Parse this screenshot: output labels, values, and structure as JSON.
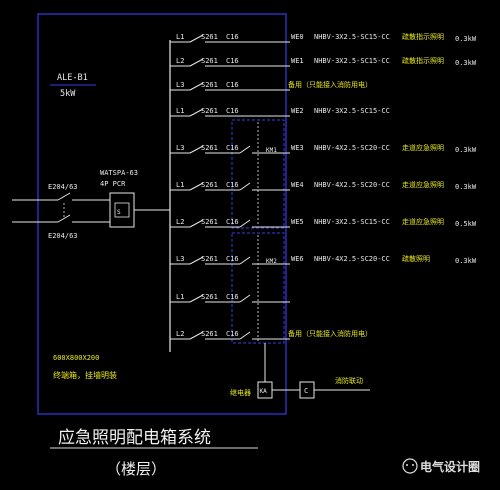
{
  "panel": {
    "name": "ALE-B1",
    "power": "5kW",
    "size": "600X800X200",
    "install_note": "终端箱，挂墙明装"
  },
  "incoming": {
    "device": "WATSPA-63",
    "device_spec": "4P PCR",
    "switch_upper": "E204/63",
    "switch_lower": "E204/63"
  },
  "circuits": [
    {
      "phase": "L1",
      "breaker": "S261",
      "rating": "C16",
      "id": "WE0",
      "cable": "NHBV-3X2.5-SC15-CC",
      "load": "疏散指示照明",
      "power": "0.3kW"
    },
    {
      "phase": "L2",
      "breaker": "S261",
      "rating": "C16",
      "id": "WE1",
      "cable": "NHBV-3X2.5-SC15-CC",
      "load": "疏散指示照明",
      "power": "0.3kW"
    },
    {
      "phase": "L3",
      "breaker": "S261",
      "rating": "C16",
      "id": "",
      "cable": "",
      "load": "备用（只能接入消防用电）",
      "power": ""
    },
    {
      "phase": "L1",
      "breaker": "S261",
      "rating": "C16",
      "id": "WE2",
      "cable": "NHBV-3X2.5-SC15-CC",
      "load": "",
      "power": ""
    },
    {
      "phase": "L3",
      "breaker": "S261",
      "rating": "C16",
      "id": "WE3",
      "cable": "NHBV-4X2.5-SC20-CC",
      "load": "走道应急照明",
      "power": "0.3kW"
    },
    {
      "phase": "L1",
      "breaker": "S261",
      "rating": "C16",
      "id": "WE4",
      "cable": "NHBV-4X2.5-SC20-CC",
      "load": "走道应急照明",
      "power": "0.3kW"
    },
    {
      "phase": "L2",
      "breaker": "S261",
      "rating": "C16",
      "id": "WE5",
      "cable": "NHBV-3X2.5-SC15-CC",
      "load": "走道应急照明",
      "power": "0.5kW"
    },
    {
      "phase": "L3",
      "breaker": "S261",
      "rating": "C16",
      "id": "WE6",
      "cable": "NHBV-4X2.5-SC20-CC",
      "load": "疏散照明",
      "power": "0.3kW"
    },
    {
      "phase": "L1",
      "breaker": "S261",
      "rating": "C16",
      "id": "",
      "cable": "",
      "load": "",
      "power": ""
    },
    {
      "phase": "L2",
      "breaker": "S261",
      "rating": "C16",
      "id": "",
      "cable": "",
      "load": "备用（只能接入消防用电）",
      "power": ""
    }
  ],
  "contactors": {
    "upper": "KM1",
    "lower": "KM2"
  },
  "control": {
    "relay_label": "继电器",
    "relay_symbol": "KA",
    "contact_symbol": "C",
    "fire_link_label": "消防联动"
  },
  "caption": {
    "title": "应急照明配电箱系统",
    "subtitle": "（楼层）"
  },
  "watermark": {
    "text": "电气设计圈"
  }
}
